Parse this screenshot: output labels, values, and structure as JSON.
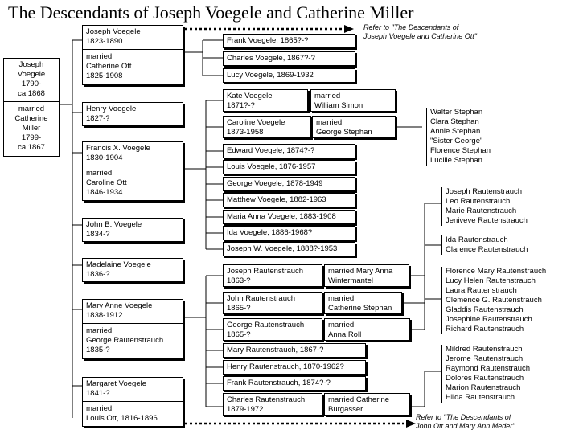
{
  "title": "The Descendants of Joseph Voegele and Catherine Miller",
  "refs": {
    "top": "Refer to \"The Descendants of\nJoseph Voegele and Catherine Ott\"",
    "bottom": "Refer to \"The Descendants of\nJohn Ott and Mary Ann Meder\""
  },
  "progenitor": {
    "name": "Joseph\nVoegele\n1790-\nca.1868",
    "spouse": "married\nCatherine\nMiller\n1799-\nca.1867"
  },
  "children": [
    {
      "name": "Joseph Voegele\n1823-1890",
      "spouse": "married\nCatherine Ott\n1825-1908"
    },
    {
      "name": "Henry Voegele\n1827-?"
    },
    {
      "name": "Francis X. Voegele\n1830-1904",
      "spouse": "married\nCaroline Ott\n1846-1934"
    },
    {
      "name": "John B. Voegele\n1834-?"
    },
    {
      "name": "Madelaine Voegele\n1836-?"
    },
    {
      "name": "Mary Anne Voegele\n1838-1912",
      "spouse": "married\nGeorge Rautenstrauch\n1835-?"
    },
    {
      "name": "Margaret Voegele\n1841-?",
      "spouse": "married\nLouis Ott, 1816-1896"
    }
  ],
  "joseph_children": [
    "Frank Voegele, 1865?-?",
    "Charles Voegele, 1867?-?",
    "Lucy Voegele, 1869-1932"
  ],
  "francis_children": [
    {
      "name": "Kate Voegele\n1871?-?",
      "spouse": "married\nWilliam Simon"
    },
    {
      "name": "Caroline Voegele\n1873-1958",
      "spouse": "married\nGeorge Stephan"
    },
    {
      "name": "Edward Voegele, 1874?-?"
    },
    {
      "name": "Louis Voegele, 1876-1957"
    },
    {
      "name": "George Voegele, 1878-1949"
    },
    {
      "name": "Matthew Voegele, 1882-1963"
    },
    {
      "name": "Maria Anna Voegele, 1883-1908"
    },
    {
      "name": "Ida Voegele, 1886-1968?"
    },
    {
      "name": "Joseph W. Voegele, 1888?-1953"
    }
  ],
  "mary_anne_children": [
    {
      "name": "Joseph Rautenstrauch\n1863-?",
      "spouse": "married Mary Anna\nWintermantel"
    },
    {
      "name": "John Rautenstrauch\n1865-?",
      "spouse": "married\nCatherine Stephan"
    },
    {
      "name": "George Rautenstrauch\n1865-?",
      "spouse": "married\nAnna Roll"
    },
    {
      "name": "Mary Rautenstrauch, 1867-?"
    },
    {
      "name": "Henry Rautenstrauch, 1870-1962?"
    },
    {
      "name": "Frank Rautenstrauch, 1874?-?"
    },
    {
      "name": "Charles Rautenstrauch\n1879-1972",
      "spouse": "married Catherine\nBurgasser"
    }
  ],
  "grandchildren_lists": {
    "stephan": "Walter Stephan\nClara Stephan\nAnnie Stephan\n\"Sister George\"\nFlorence Stephan\nLucille Stephan",
    "joseph_r": "Joseph Rautenstrauch\nLeo Rautenstrauch\nMarie Rautenstrauch\nJeniveve Rautenstrauch",
    "john_r": "Ida Rautenstrauch\nClarence Rautenstrauch",
    "george_r": "Florence Mary Rautenstrauch\nLucy Helen Rautenstrauch\nLaura Rautenstrauch\nClemence G. Rautenstrauch\nGladdis Rautenstrauch\nJosephine Rautenstrauch\nRichard Rautenstrauch",
    "charles_r": "Mildred Rautenstrauch\nJerome Rautenstrauch\nRaymond Rautenstrauch\nDolores Rautenstrauch\nMarion Rautenstrauch\nHilda Rautenstrauch"
  }
}
